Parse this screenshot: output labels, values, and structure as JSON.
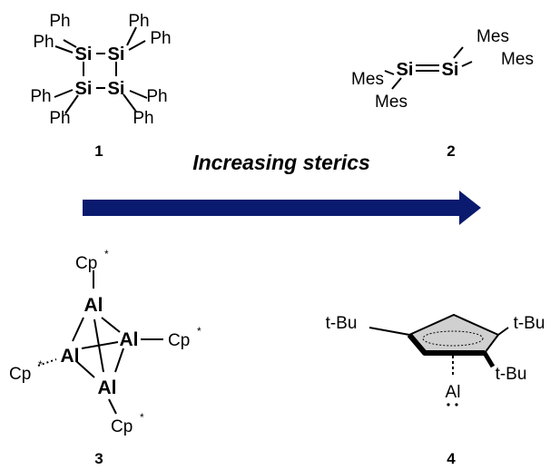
{
  "title": "Increasing sterics",
  "arrow_color": "#0a1a6e",
  "compound_1": {
    "label": "1",
    "si": "Si",
    "ph": "Ph"
  },
  "compound_2": {
    "label": "2",
    "si": "Si",
    "mes": "Mes"
  },
  "compound_3": {
    "label": "3",
    "al": "Al",
    "cp": "Cp",
    "star": "*"
  },
  "compound_4": {
    "label": "4",
    "tbu": "t-Bu",
    "al": "Al"
  }
}
